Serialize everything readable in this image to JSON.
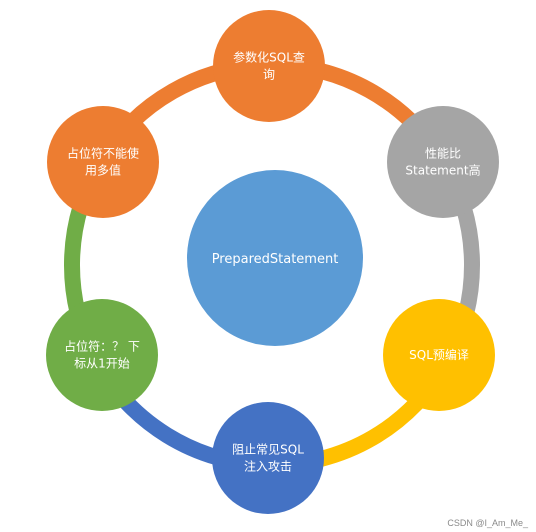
{
  "center": {
    "label": "PreparedStatement",
    "color": "#5B9BD5"
  },
  "nodes": [
    {
      "lines": [
        "参数化SQL查",
        "询"
      ],
      "color": "#ED7D31"
    },
    {
      "lines": [
        "性能比",
        "Statement高"
      ],
      "color": "#A5A5A5"
    },
    {
      "lines": [
        "SQL预编译"
      ],
      "color": "#FFC000"
    },
    {
      "lines": [
        "阻止常见SQL",
        "注入攻击"
      ],
      "color": "#4472C4"
    },
    {
      "lines": [
        "占位符：？ 下",
        "标从1开始"
      ],
      "color": "#70AD47"
    },
    {
      "lines": [
        "占位符不能使",
        "用多值"
      ],
      "color": "#ED7D31"
    }
  ],
  "ring_arcs": [
    {
      "color": "#ED7D31"
    },
    {
      "color": "#A5A5A5"
    },
    {
      "color": "#FFC000"
    },
    {
      "color": "#4472C4"
    },
    {
      "color": "#70AD47"
    },
    {
      "color": "#ED7D31"
    }
  ],
  "watermark": "CSDN @I_Am_Me_"
}
